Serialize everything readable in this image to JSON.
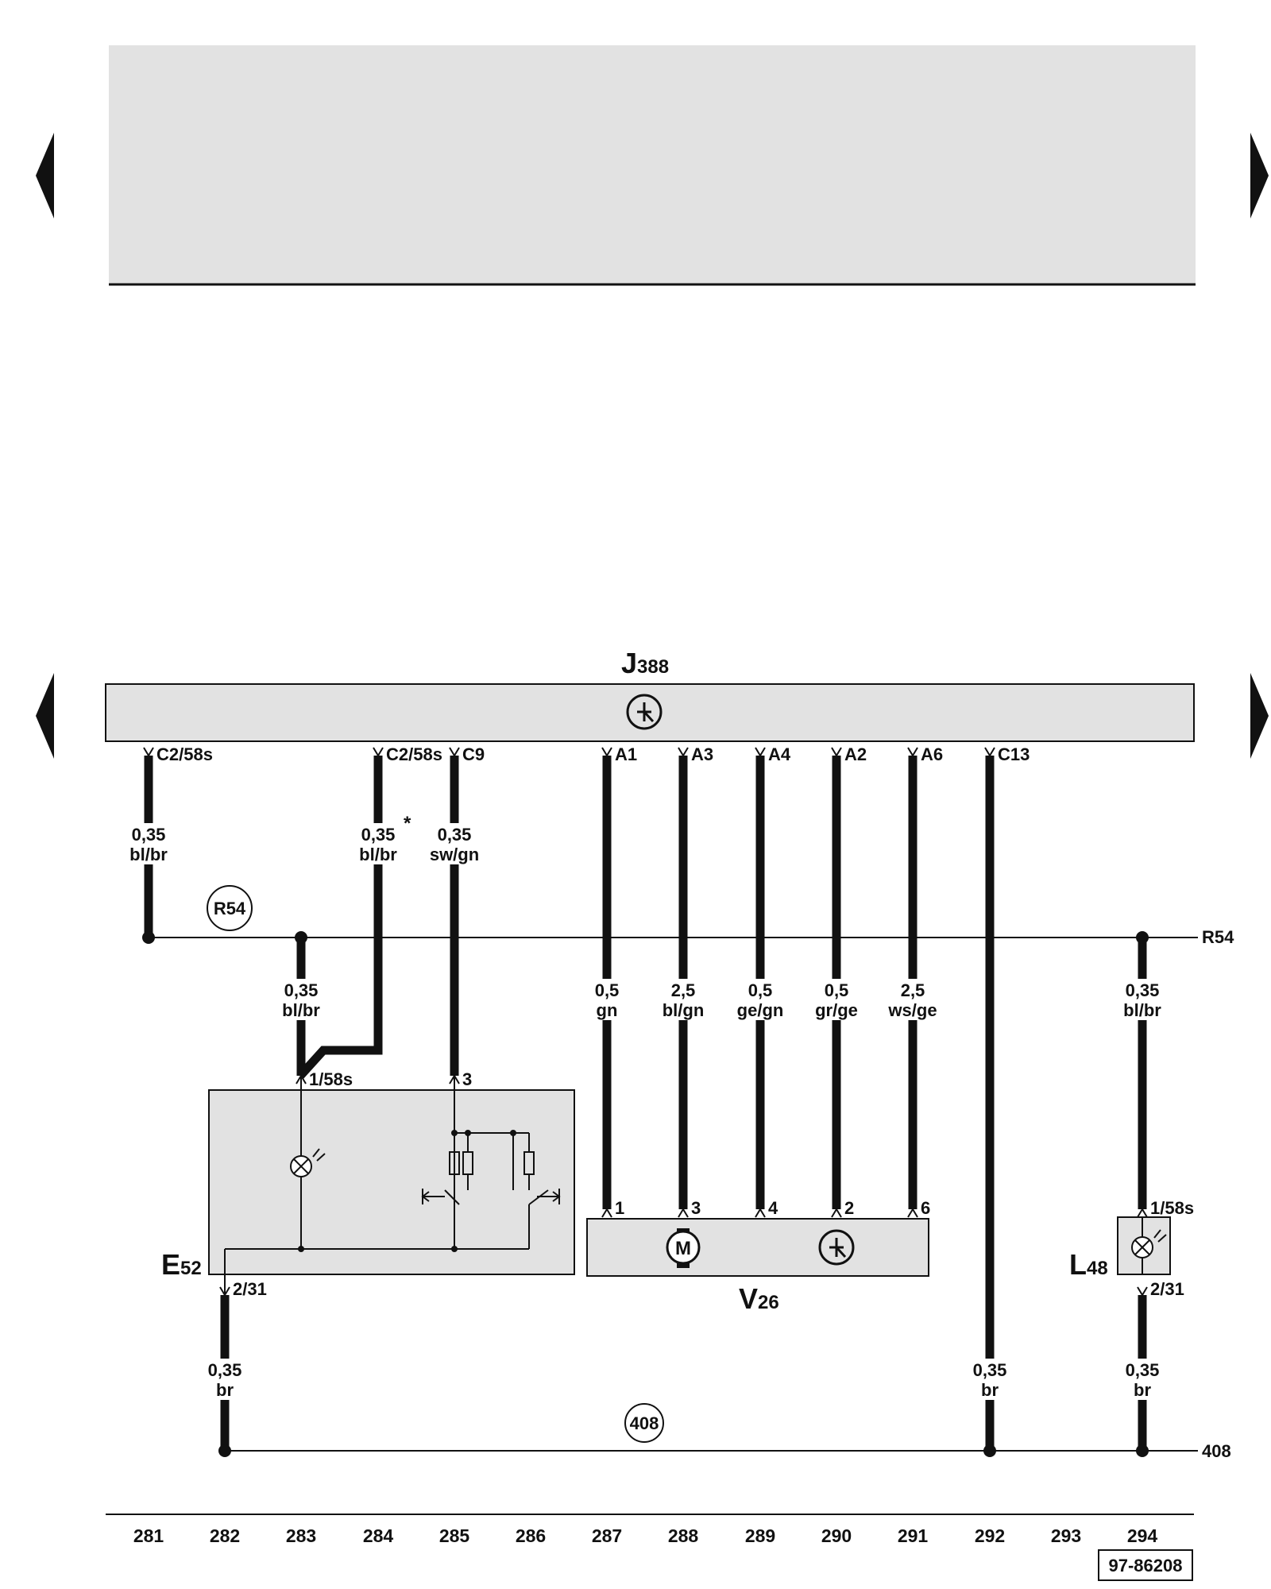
{
  "components": {
    "j388": {
      "letter": "J",
      "number": "388"
    },
    "e52": {
      "letter": "E",
      "number": "52"
    },
    "v26": {
      "letter": "V",
      "number": "26"
    },
    "l48": {
      "letter": "L",
      "number": "48"
    }
  },
  "pins": {
    "j388_c2_58s_a": "C2/58s",
    "j388_c2_58s_b": "C2/58s",
    "j388_c9": "C9",
    "j388_a1": "A1",
    "j388_a3": "A3",
    "j388_a4": "A4",
    "j388_a2": "A2",
    "j388_a6": "A6",
    "j388_c13": "C13",
    "e52_1_58s": "1/58s",
    "e52_3": "3",
    "e52_2_31": "2/31",
    "v26_1": "1",
    "v26_3": "3",
    "v26_4": "4",
    "v26_2": "2",
    "v26_6": "6",
    "l48_1_58s": "1/58s",
    "l48_2_31": "2/31"
  },
  "wires": [
    {
      "size": "0,35",
      "color": "bl/br"
    },
    {
      "size": "0,35",
      "color": "bl/br",
      "mark": "*"
    },
    {
      "size": "0,35",
      "color": "sw/gn"
    },
    {
      "size": "0,35",
      "color": "bl/br"
    },
    {
      "size": "0,5",
      "color": "gn"
    },
    {
      "size": "2,5",
      "color": "bl/gn"
    },
    {
      "size": "0,5",
      "color": "ge/gn"
    },
    {
      "size": "0,5",
      "color": "gr/ge"
    },
    {
      "size": "2,5",
      "color": "ws/ge"
    },
    {
      "size": "0,35",
      "color": "bl/br"
    },
    {
      "size": "0,35",
      "color": "br"
    },
    {
      "size": "0,35",
      "color": "br"
    },
    {
      "size": "0,35",
      "color": "br"
    }
  ],
  "buses": {
    "r54": {
      "circle": "R54",
      "end": "R54"
    },
    "ground_408": {
      "circle": "408",
      "end": "408"
    }
  },
  "motor_symbol": "M",
  "columns": [
    "281",
    "282",
    "283",
    "284",
    "285",
    "286",
    "287",
    "288",
    "289",
    "290",
    "291",
    "292",
    "293",
    "294"
  ],
  "figure_id": "97-86208"
}
